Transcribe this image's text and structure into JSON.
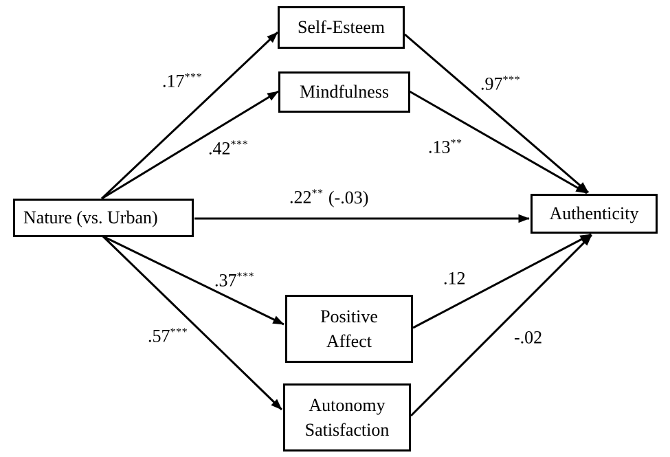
{
  "diagram_type": "mediation-path-model",
  "colors": {
    "ink": "#000000",
    "background": "#ffffff"
  },
  "nodes": {
    "nature": {
      "label": "Nature (vs. Urban)"
    },
    "self_esteem": {
      "label": "Self-Esteem"
    },
    "mindfulness": {
      "label": "Mindfulness"
    },
    "positive_affect": {
      "label_lines": [
        "Positive",
        "Affect"
      ]
    },
    "autonomy_satisfaction": {
      "label_lines": [
        "Autonomy",
        "Satisfaction"
      ]
    },
    "authenticity": {
      "label": "Authenticity"
    }
  },
  "edges": [
    {
      "from": "nature",
      "to": "self-esteem",
      "coefficient": ".17",
      "significance": "***"
    },
    {
      "from": "nature",
      "to": "mindfulness",
      "coefficient": ".42",
      "significance": "***"
    },
    {
      "from": "self-esteem",
      "to": "authenticity",
      "coefficient": ".97",
      "significance": "***"
    },
    {
      "from": "mindfulness",
      "to": "authenticity",
      "coefficient": ".13",
      "significance": "**"
    },
    {
      "from": "nature",
      "to": "authenticity",
      "coefficient": ".22",
      "significance": "**",
      "parenthetical": "(-.03)"
    },
    {
      "from": "nature",
      "to": "positive-affect",
      "coefficient": ".37",
      "significance": "***"
    },
    {
      "from": "positive-affect",
      "to": "authenticity",
      "coefficient": ".12",
      "significance": ""
    },
    {
      "from": "nature",
      "to": "autonomy-satisfaction",
      "coefficient": ".57",
      "significance": "***"
    },
    {
      "from": "autonomy-satisfaction",
      "to": "authenticity",
      "coefficient": "-.02",
      "significance": ""
    }
  ]
}
